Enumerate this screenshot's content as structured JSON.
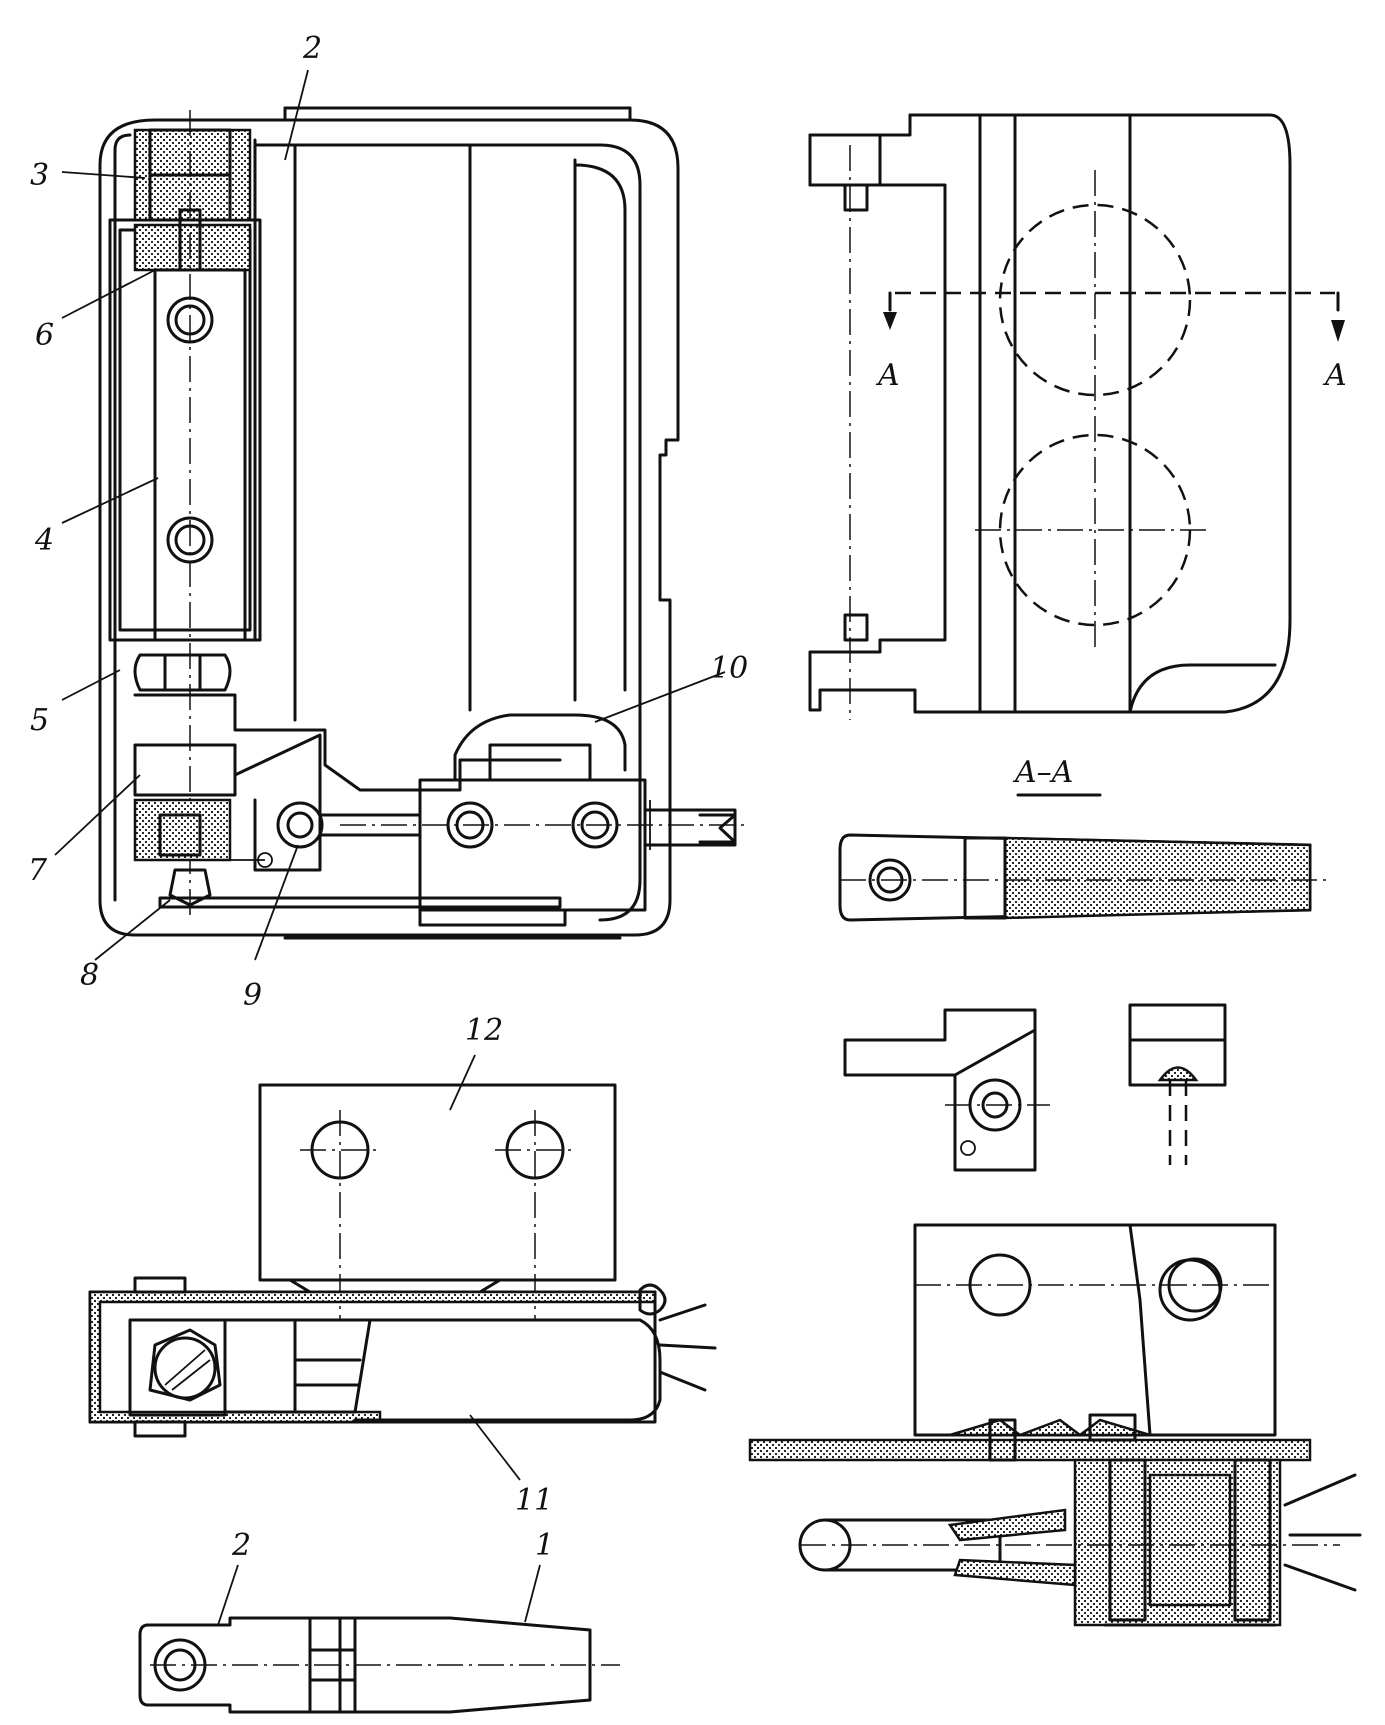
{
  "labels": {
    "l1": "1",
    "l2_top": "2",
    "l2_bottom": "2",
    "l3": "3",
    "l4": "4",
    "l5": "5",
    "l6": "6",
    "l7": "7",
    "l8": "8",
    "l9": "9",
    "l10": "10",
    "l11": "11",
    "l12": "12"
  },
  "section": {
    "marker_left": "A",
    "marker_right": "A",
    "title": "A–A"
  }
}
